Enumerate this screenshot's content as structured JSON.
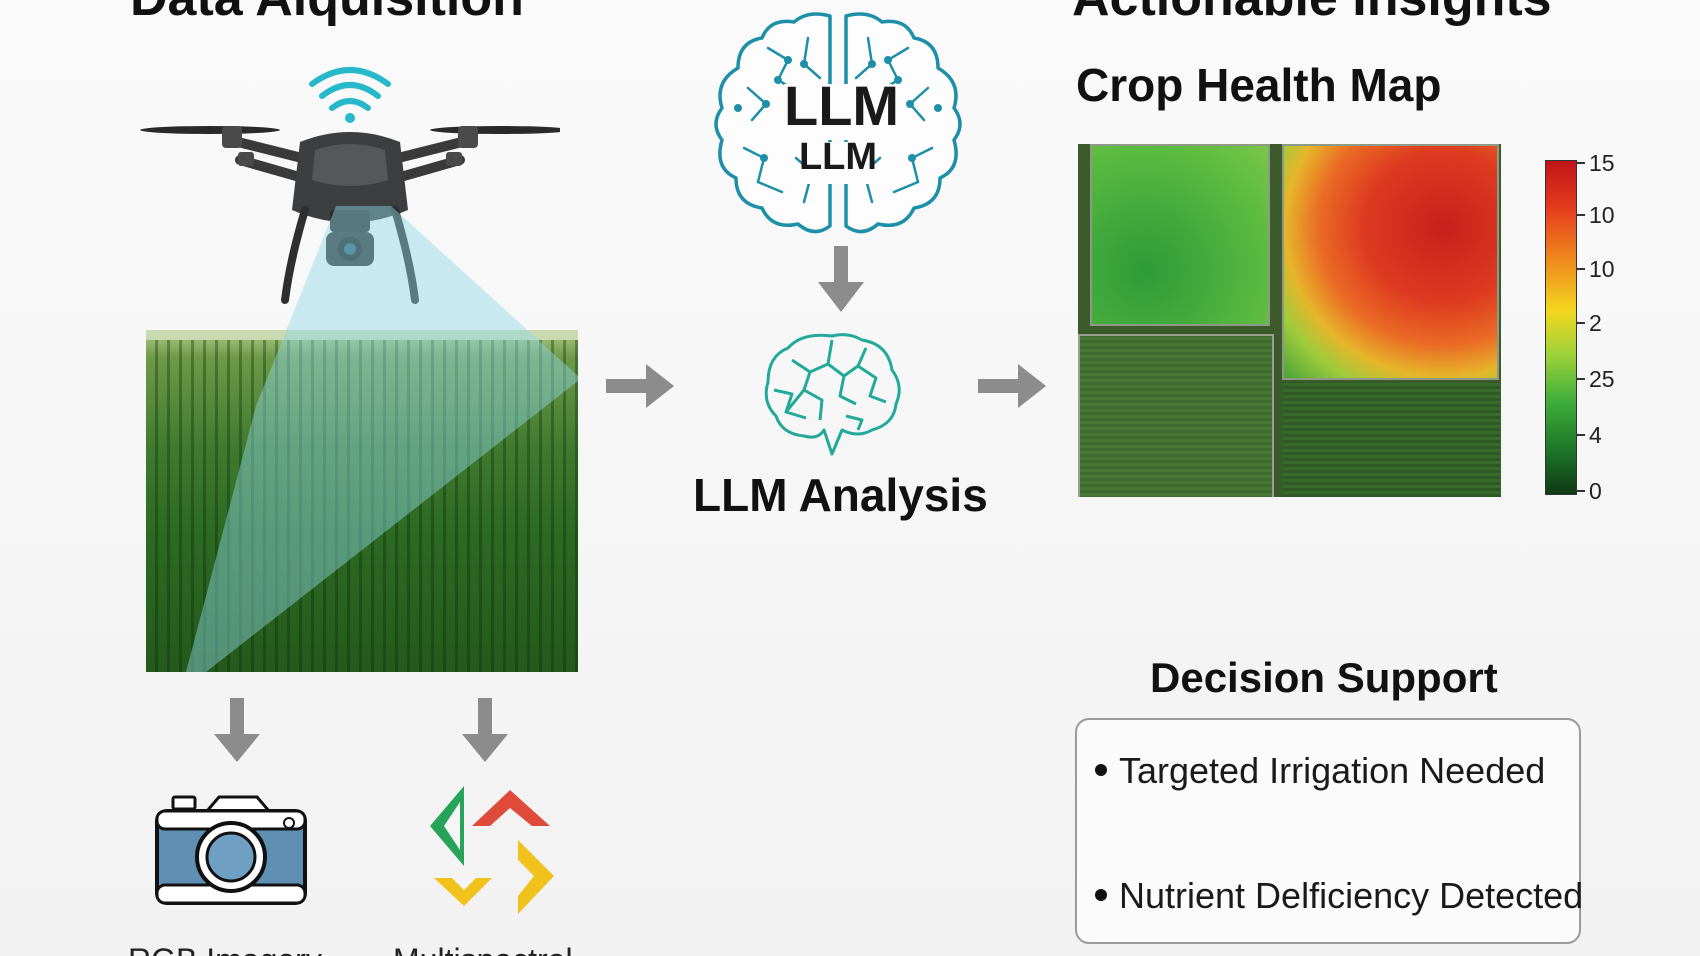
{
  "sections": {
    "acquisition_title": "Data Aiquisition",
    "insights_title": "Actionable Insights",
    "analysis_label": "LLM Analysis",
    "crop_map_title": "Crop Health Map",
    "decision_title": "Decision Support"
  },
  "brain": {
    "line1": "LLM",
    "line2": "LLM"
  },
  "colorbar": {
    "labels": [
      "15",
      "10",
      "10",
      "2",
      "25",
      "4",
      "0"
    ]
  },
  "decision_items": [
    "Targeted Irrigation Needed",
    "Nutrient Delficiency Detected"
  ],
  "sensor_labels": {
    "rgb": "RGB Imagery",
    "multispectral": "Multispectral"
  },
  "icons": {
    "drone": "drone-icon",
    "wifi": "wifi-icon",
    "camera": "camera-icon",
    "multispectral": "multispectral-icon",
    "brain": "brain-icon"
  },
  "colors": {
    "brain_stroke": "#1e8fa8",
    "brain_small_stroke": "#23a99a",
    "arrow": "#8c8c8c",
    "wifi": "#28b8cc"
  }
}
